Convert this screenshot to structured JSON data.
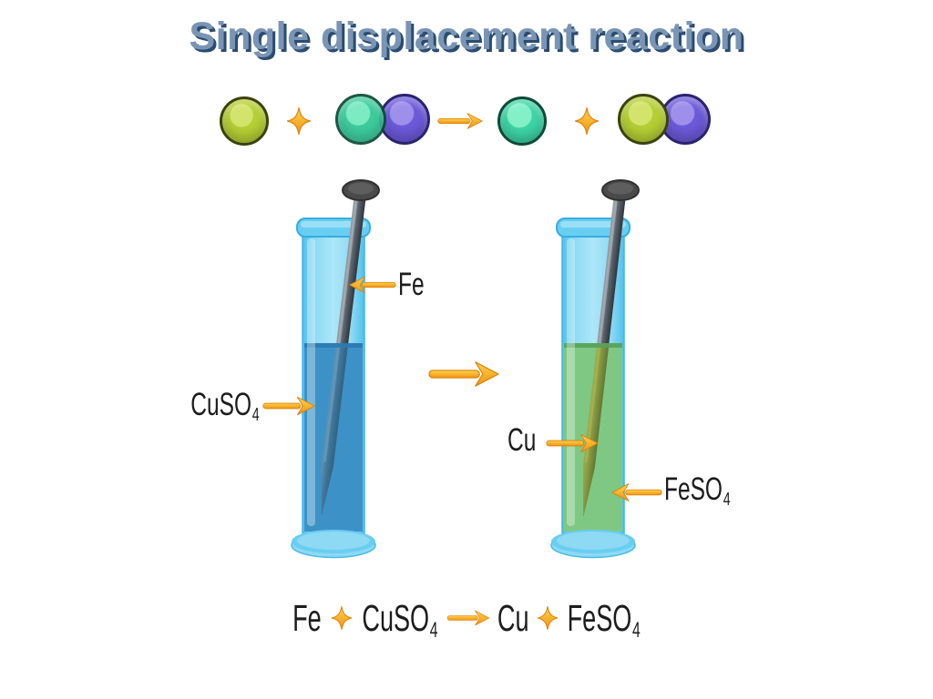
{
  "header": {
    "title": "Single displacement reaction"
  },
  "molecule_row": {
    "items": [
      "yellow-green-atom",
      "plus",
      "green-atom-purple-atom-molecule",
      "reaction-arrow",
      "green-atom",
      "plus",
      "yellow-green-atom-purple-atom-molecule"
    ]
  },
  "left_tube": {
    "nail_label": "Fe",
    "solution_label": "CuSO",
    "solution_sub": "4"
  },
  "right_tube": {
    "deposit_label": "Cu",
    "solution_label": "FeSO",
    "solution_sub": "4"
  },
  "equation": {
    "reactant_metal": "Fe",
    "reactant_compound": "CuSO",
    "reactant_compound_sub": "4",
    "product_metal": "Cu",
    "product_compound": "FeSO",
    "product_compound_sub": "4"
  },
  "colors": {
    "accent_orange": "#F59C16",
    "title_blue": "#7A95B4",
    "title_shadow_navy": "#2B4C72",
    "glass_blue": "#7FD6F3",
    "cuso4_solution_blue": "#3E93C8",
    "feso4_solution_green": "#84CB87",
    "nail_gray": "#5C656E",
    "copper_brown": "#9A7414",
    "atom_yellow_green": "#B4CE34",
    "atom_green": "#2FC795",
    "atom_purple": "#6B59D8"
  }
}
